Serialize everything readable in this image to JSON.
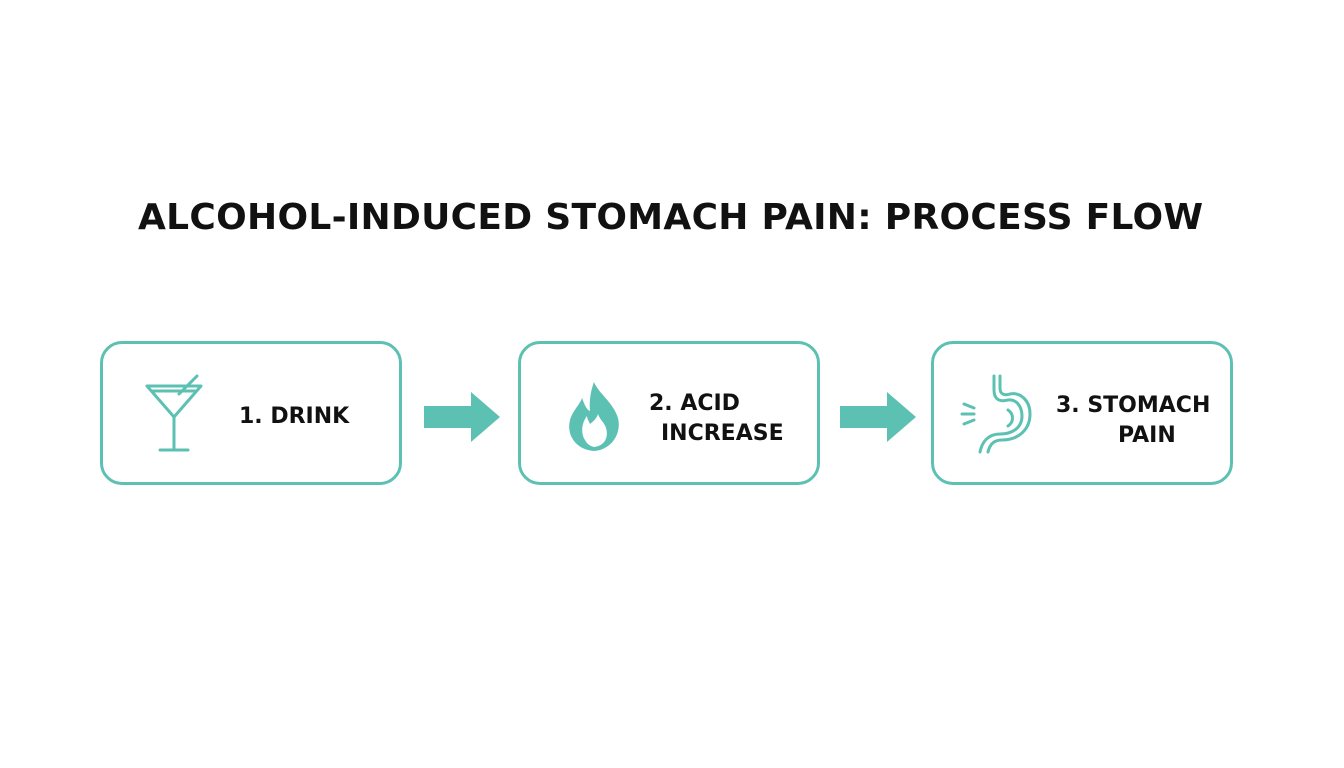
{
  "diagram": {
    "title": "ALCOHOL-INDUCED STOMACH PAIN: PROCESS FLOW",
    "accent_color": "#5cc1b3",
    "steps": [
      {
        "label_lines": [
          "1. DRINK"
        ],
        "icon": "cocktail-glass-icon"
      },
      {
        "label_lines": [
          "2. ACID",
          "INCREASE"
        ],
        "icon": "flame-icon"
      },
      {
        "label_lines": [
          "3. STOMACH",
          "PAIN"
        ],
        "icon": "stomach-icon"
      }
    ],
    "connectors": [
      {
        "from": 1,
        "to": 2,
        "icon": "arrow-right-icon"
      },
      {
        "from": 2,
        "to": 3,
        "icon": "arrow-right-icon"
      }
    ]
  }
}
